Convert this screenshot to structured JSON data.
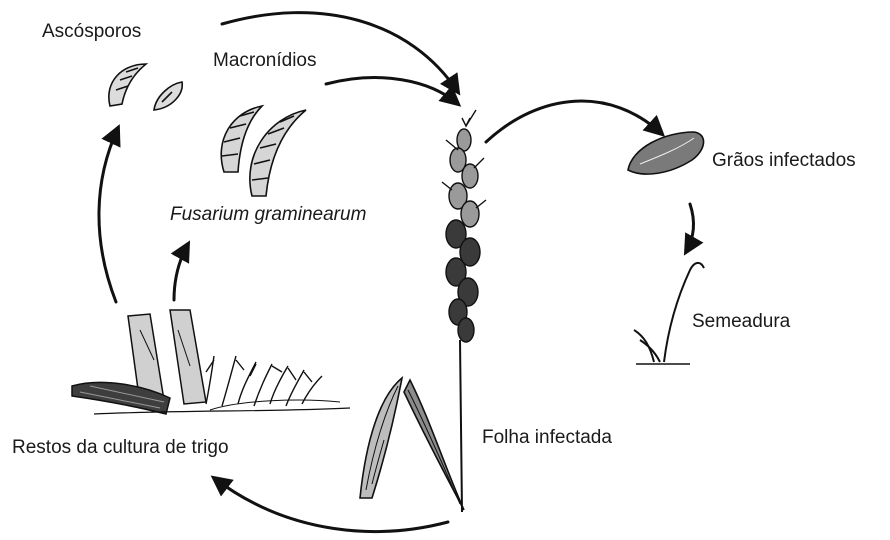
{
  "diagram": {
    "labels": {
      "ascosporos": "Ascósporos",
      "macroconidios": "Macronídios",
      "fusarium": "Fusarium graminearum",
      "graos": "Grãos infectados",
      "semeadura": "Semeadura",
      "folha": "Folha infectada",
      "restos": "Restos da cultura de trigo"
    },
    "colors": {
      "ink": "#111111",
      "background": "#ffffff"
    }
  }
}
